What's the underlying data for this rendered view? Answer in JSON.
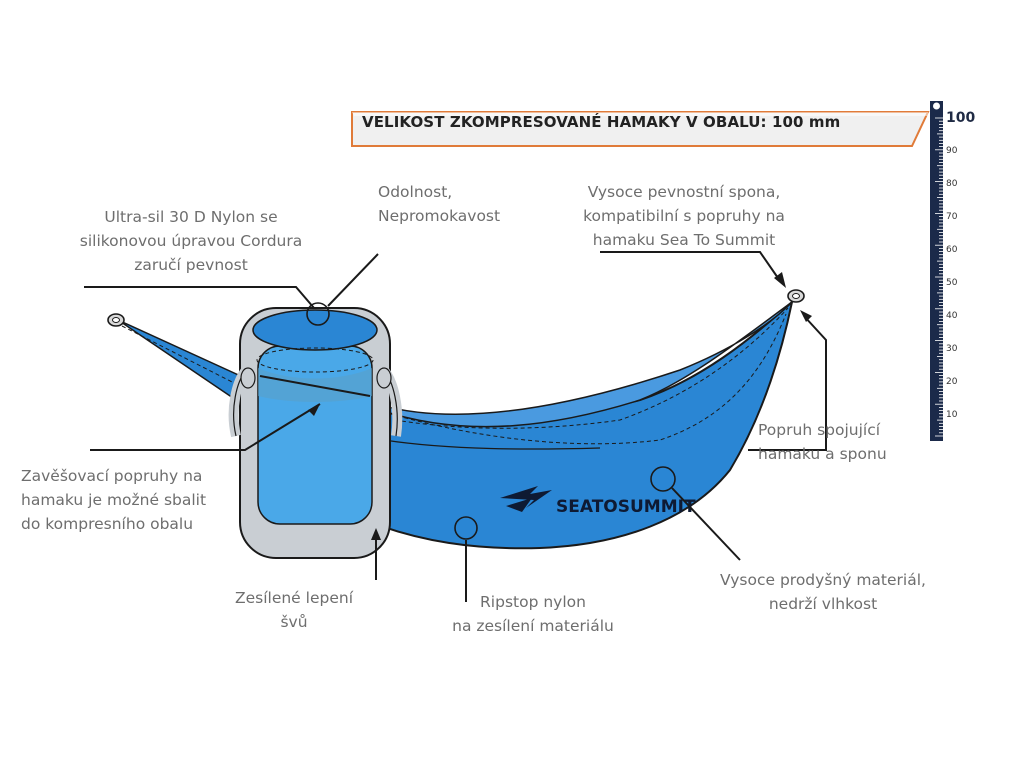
{
  "headline": "VELIKOST ZKOMPRESOVANÉ HAMAKY V OBALU: 100 mm",
  "ruler": {
    "max_label": "100",
    "labels": [
      "90",
      "80",
      "70",
      "60",
      "50",
      "40",
      "30",
      "20",
      "10"
    ]
  },
  "brand": {
    "name": "SEATOSUMMIT"
  },
  "callouts": {
    "fabric": "Ultra-sil 30 D Nylon se\nsilikonovou úpravou Cordura\nzaručí pevnost",
    "durability": "Odolnost,\nNepromokavost",
    "buckle": "Vysoce pevnostní spona,\nkompatibilní s popruhy na\nhamaku Sea To Summit",
    "strap": "Popruh spojující\nhamaku a sponu",
    "suspension": "Zavěšovací popruhy na\nhamaku je možné sbalit\ndo kompresního obalu",
    "seams": "Zesílené lepení\nšvů",
    "ripstop": "Ripstop nylon\nna zesílení materiálu",
    "breathable": "Vysoce prodyšný materiál,\nnedrží vlhkost"
  },
  "colors": {
    "hammock_blue": "#2a86d4",
    "bag_blue": "#4aa8e8",
    "bag_trim": "#c9ced3",
    "ruler_navy": "#1b2a4a",
    "banner_border": "#e07b39",
    "text_gray": "#6e6e6e"
  }
}
